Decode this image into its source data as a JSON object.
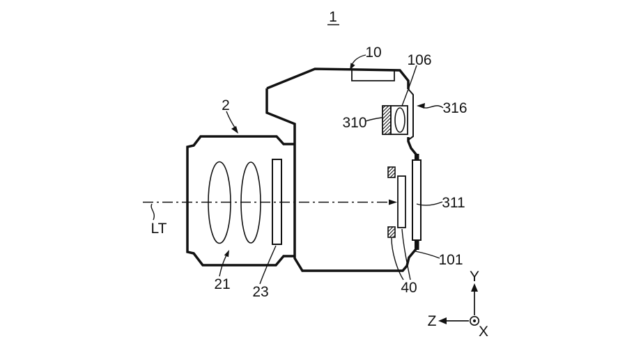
{
  "figure": {
    "kind": "patent-line-drawing",
    "subject": "camera body side cross-section with interchangeable lens",
    "colors": {
      "line": "#111111",
      "background": "#ffffff"
    }
  },
  "labels": {
    "figure_number": "1",
    "top_cover": "10",
    "evf_lens": "106",
    "eyepiece_frame": "316",
    "evf_unit": "310",
    "lens_barrel": "2",
    "rear_display": "311",
    "camera_body": "101",
    "shutter": "40",
    "lens_group": "21",
    "lens_element": "23",
    "optical_axis": "LT"
  },
  "axes": {
    "up": "Y",
    "left": "Z",
    "out_of_page": "X"
  }
}
